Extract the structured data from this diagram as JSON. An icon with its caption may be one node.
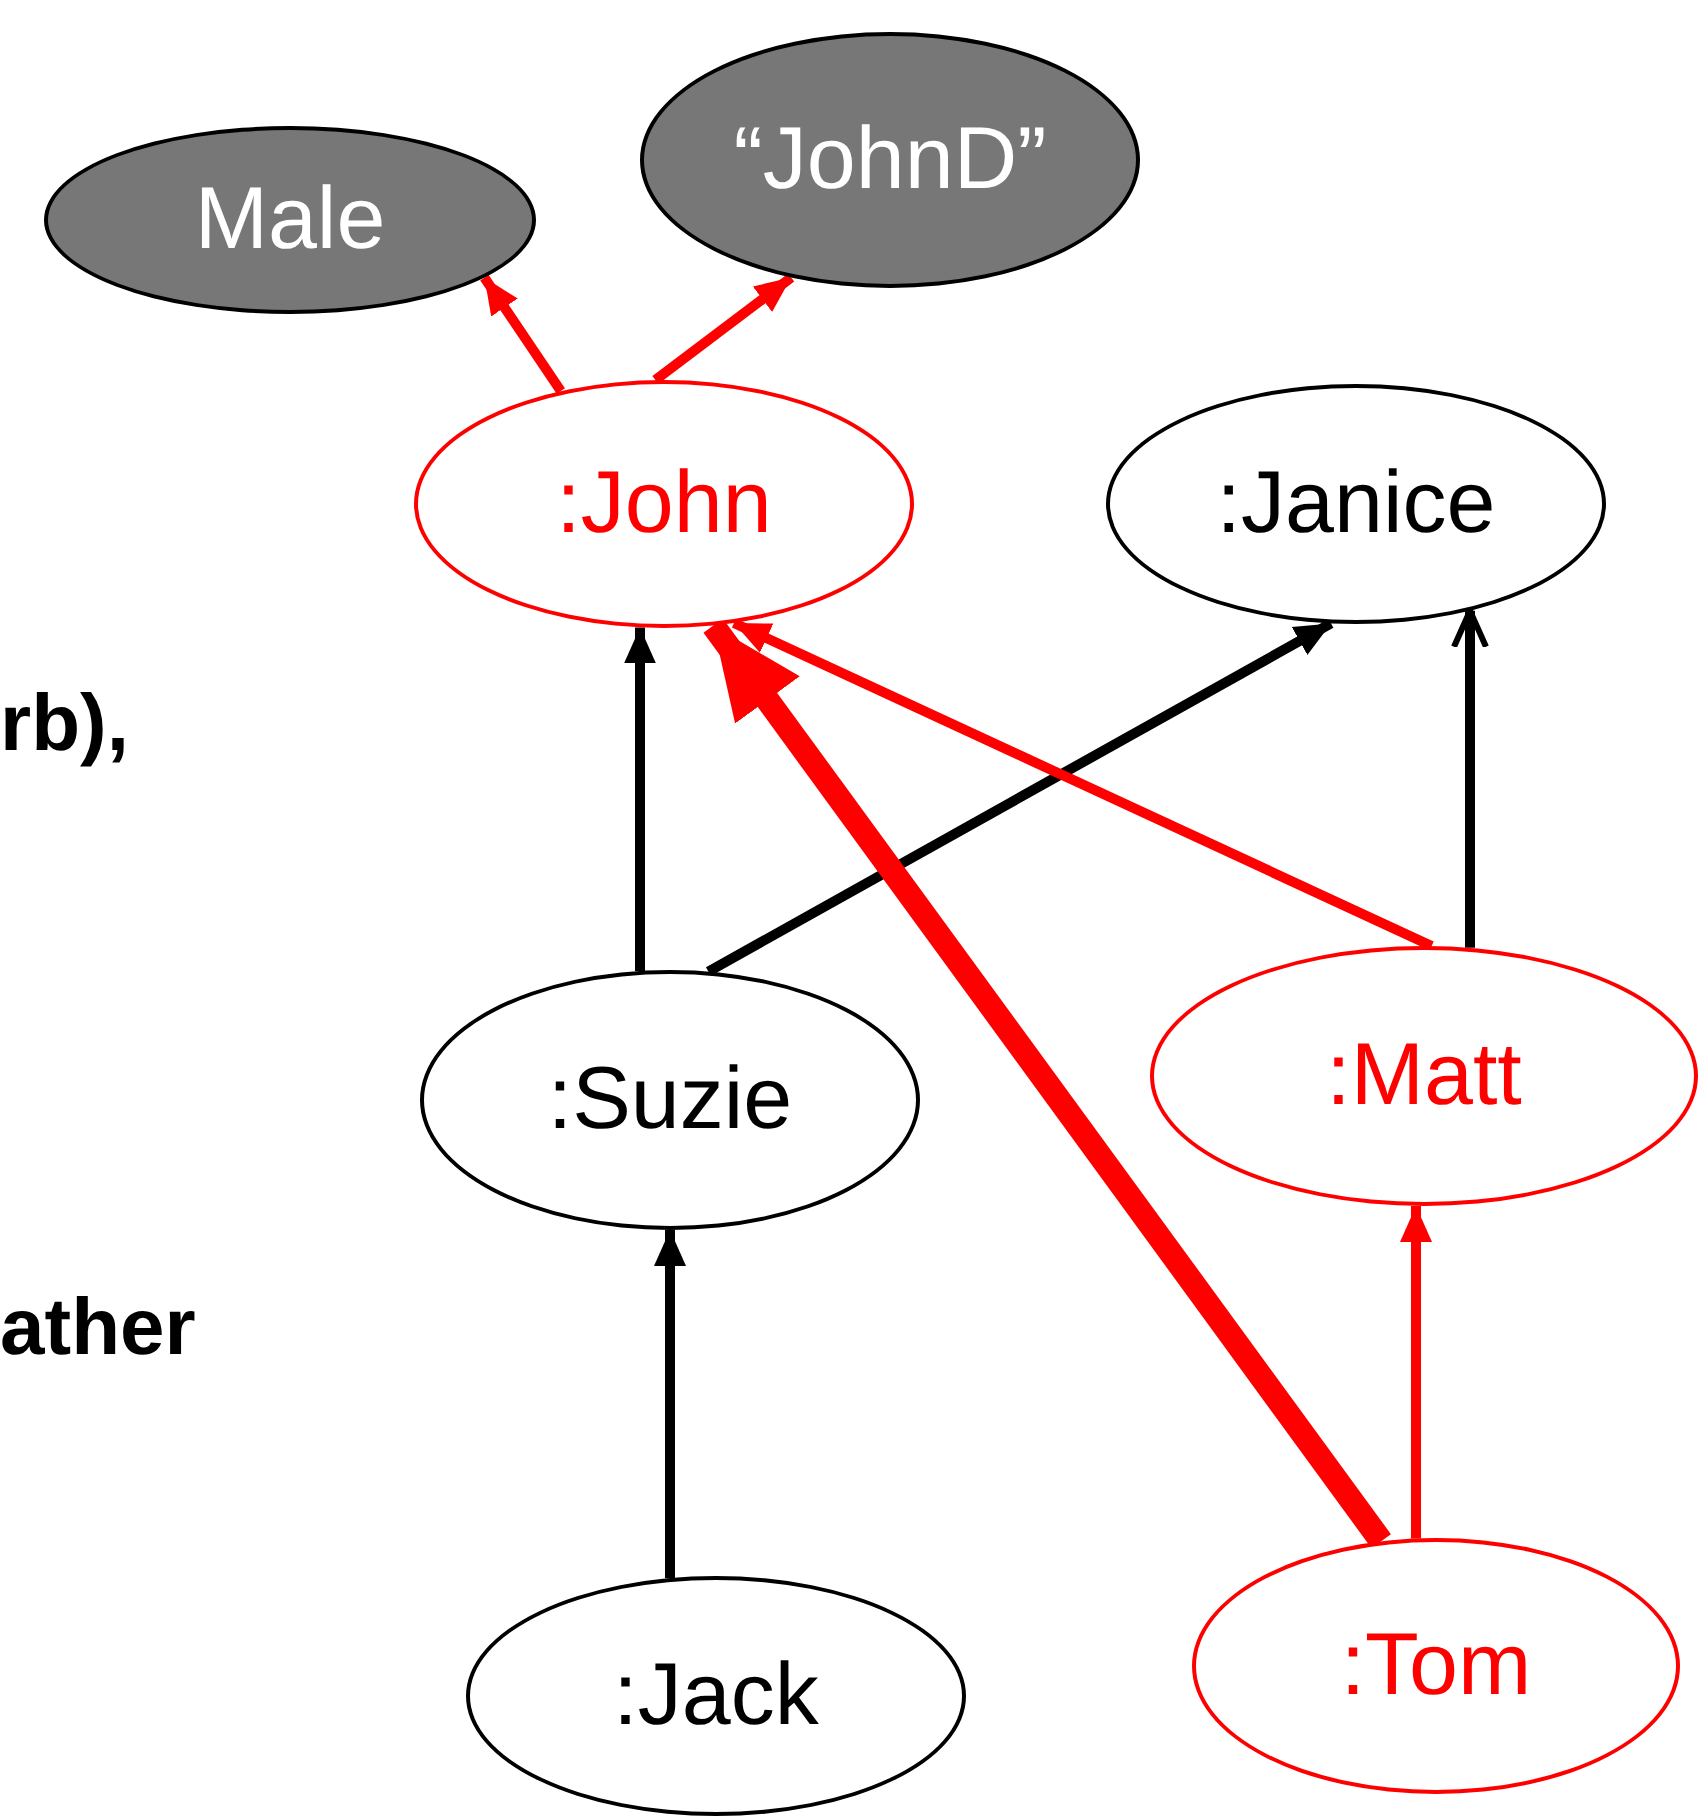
{
  "diagram": {
    "nodes": [
      {
        "text": [
          "Male"
        ]
      },
      {
        "text": [
          "“JohnD”"
        ]
      },
      {
        "text": [
          ":John"
        ]
      },
      {
        "text": [
          ":Janice"
        ]
      },
      {
        "text": [
          ":Suzie"
        ]
      },
      {
        "text": [
          ":Matt"
        ]
      },
      {
        "text": [
          ":Jack"
        ]
      },
      {
        "text": [
          ":Tom"
        ]
      }
    ],
    "edges": [
      {
        "from": 2,
        "to": 0,
        "arrow": "to"
      },
      {
        "from": 2,
        "to": 1,
        "arrow": "to"
      },
      {
        "from": 4,
        "to": 2,
        "arrow": "to",
        "color": "#000000"
      },
      {
        "from": 4,
        "to": 3,
        "arrow": "to",
        "color": "#000000"
      },
      {
        "from": 5,
        "to": 2,
        "arrow": "to"
      },
      {
        "from": 5,
        "to": 3,
        "arrow": "to",
        "color": "#000000"
      },
      {
        "from": 7,
        "to": 2,
        "arrow": "to",
        "style": "thick"
      },
      {
        "from": 7,
        "to": 5,
        "arrow": "to"
      },
      {
        "from": 6,
        "to": 4,
        "arrow": "to",
        "color": "#000000"
      }
    ],
    "labels": [
      "rb),",
      "ather"
    ]
  }
}
